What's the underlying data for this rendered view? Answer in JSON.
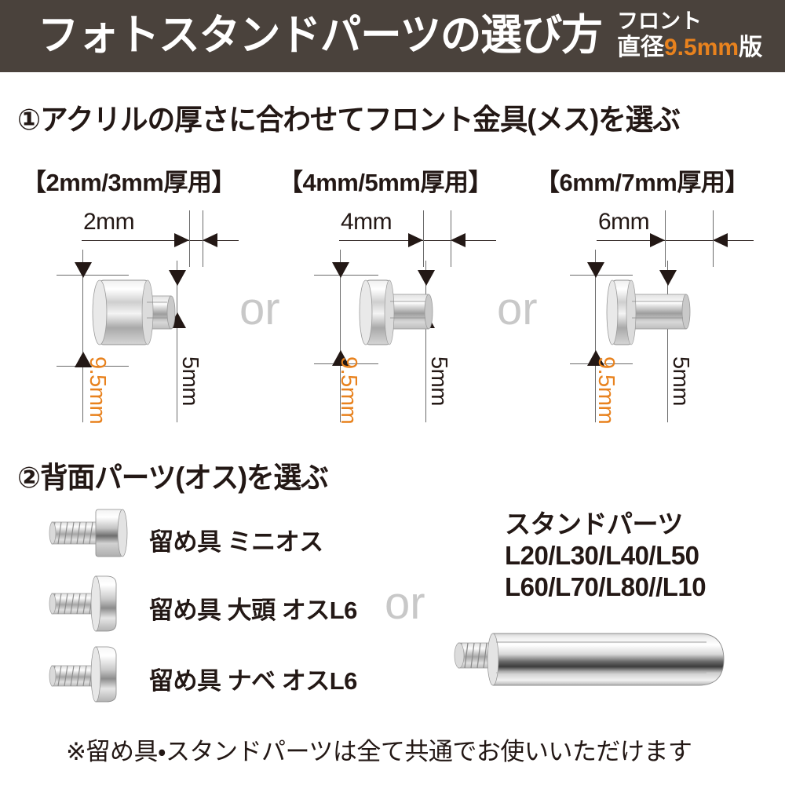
{
  "header": {
    "title": "フォトスタンドパーツの選び方",
    "side_line1": "フロント",
    "side_line2_prefix": "直径",
    "side_line2_highlight": "9.5mm",
    "side_line2_suffix": "版",
    "bar_color": "#4a423c",
    "highlight_color": "#e8821e"
  },
  "section1": {
    "title": "①アクリルの厚さに合わせてフロント金具(メス)を選ぶ",
    "options": [
      {
        "thickness_label": "【2mm/3mm厚用】",
        "dim_width": "2mm",
        "dim_diameter": "9.5mm",
        "dim_length": "5mm",
        "separator": "or"
      },
      {
        "thickness_label": "【4mm/5mm厚用】",
        "dim_width": "4mm",
        "dim_diameter": "9.5mm",
        "dim_length": "5mm",
        "separator": "or"
      },
      {
        "thickness_label": "【6mm/7mm厚用】",
        "dim_width": "6mm",
        "dim_diameter": "9.5mm",
        "dim_length": "5mm",
        "separator": ""
      }
    ]
  },
  "section2": {
    "title": "②背面パーツ(オス)を選ぶ",
    "screws": [
      {
        "label": "留め具 ミニオス"
      },
      {
        "label": "留め具 大頭 オスL6"
      },
      {
        "label": "留め具 ナベ オスL6"
      }
    ],
    "separator": "or",
    "stand": {
      "title": "スタンドパーツ",
      "sizes_line1": "L20/L30/L40/L50",
      "sizes_line2": "L60/L70/L80//L10"
    }
  },
  "footnote": "※留め具・スタンドパーツは全て共通でお使いいただけます"
}
